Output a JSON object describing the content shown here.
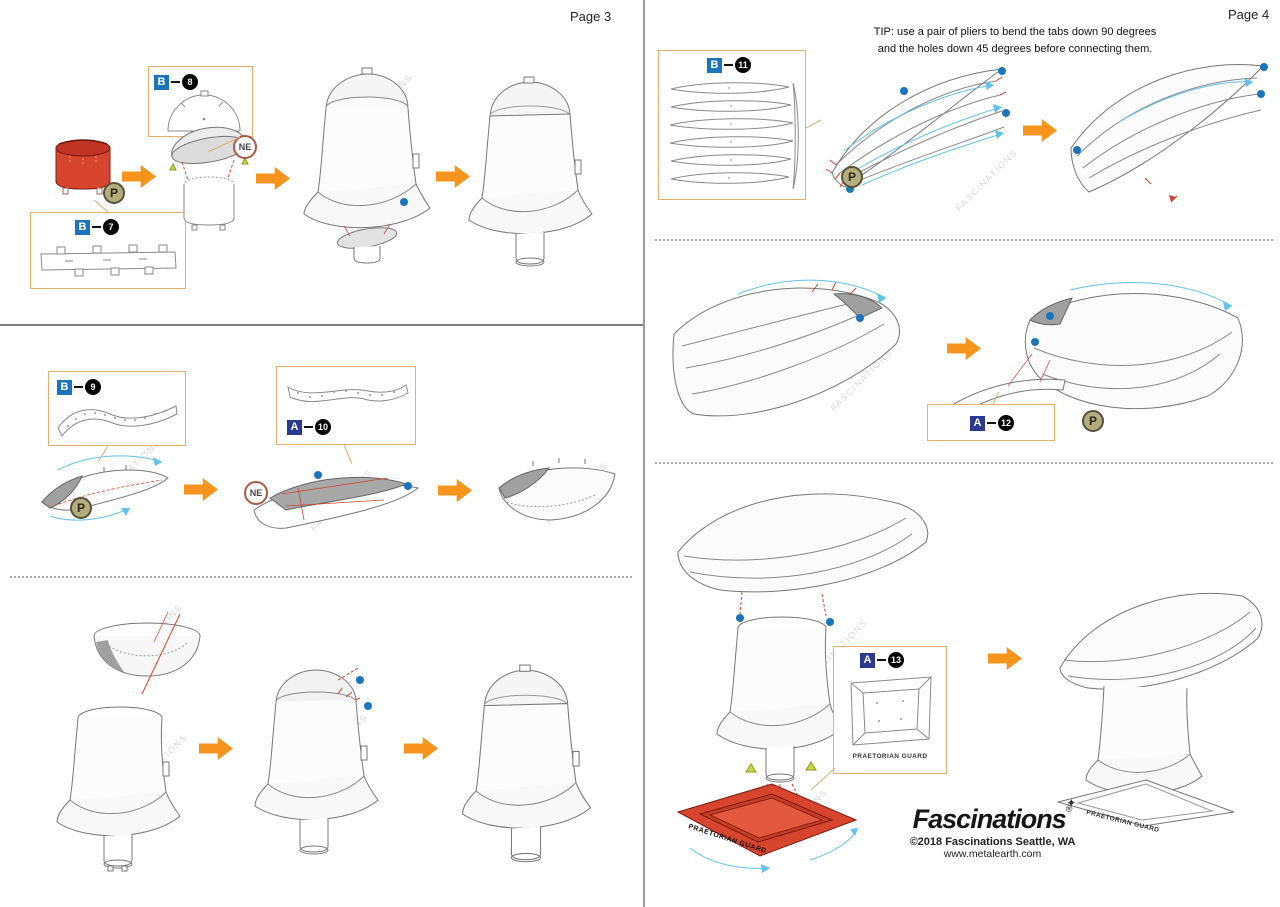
{
  "pages": {
    "left": {
      "label": "Page 3"
    },
    "right": {
      "label": "Page 4",
      "tip_line1": "TIP: use a pair of pliers to bend the tabs down 90 degrees",
      "tip_line2": "and the holes down 45 degrees before connecting them."
    }
  },
  "parts": {
    "b7": {
      "sheet": "B",
      "number": "7"
    },
    "b8": {
      "sheet": "B",
      "number": "8"
    },
    "b9": {
      "sheet": "B",
      "number": "9"
    },
    "a10": {
      "sheet": "A",
      "number": "10"
    },
    "b11": {
      "sheet": "B",
      "number": "11"
    },
    "a12": {
      "sheet": "A",
      "number": "12"
    },
    "a13": {
      "sheet": "A",
      "number": "13"
    }
  },
  "badges": {
    "p": "P",
    "ne": "NE"
  },
  "model": {
    "base_text": "PRAETORIAN GUARD"
  },
  "watermark": "FASCINATIONS",
  "footer": {
    "brand": "Fascinations",
    "registered": "®",
    "copyright": "©2018 Fascinations Seattle, WA",
    "website": "www.metalearth.com"
  },
  "colors": {
    "step_arrow": "#F7941D",
    "red_part": "#D8452E",
    "red_guide": "#D2442C",
    "blue_marker": "#1B75BC",
    "light_blue_arrow": "#62C2EE",
    "part_box_border": "#EAB06B",
    "sheet_b_square": "#1C75BC",
    "sheet_a_square": "#2B3990",
    "green_triangle": "#C9D442"
  }
}
